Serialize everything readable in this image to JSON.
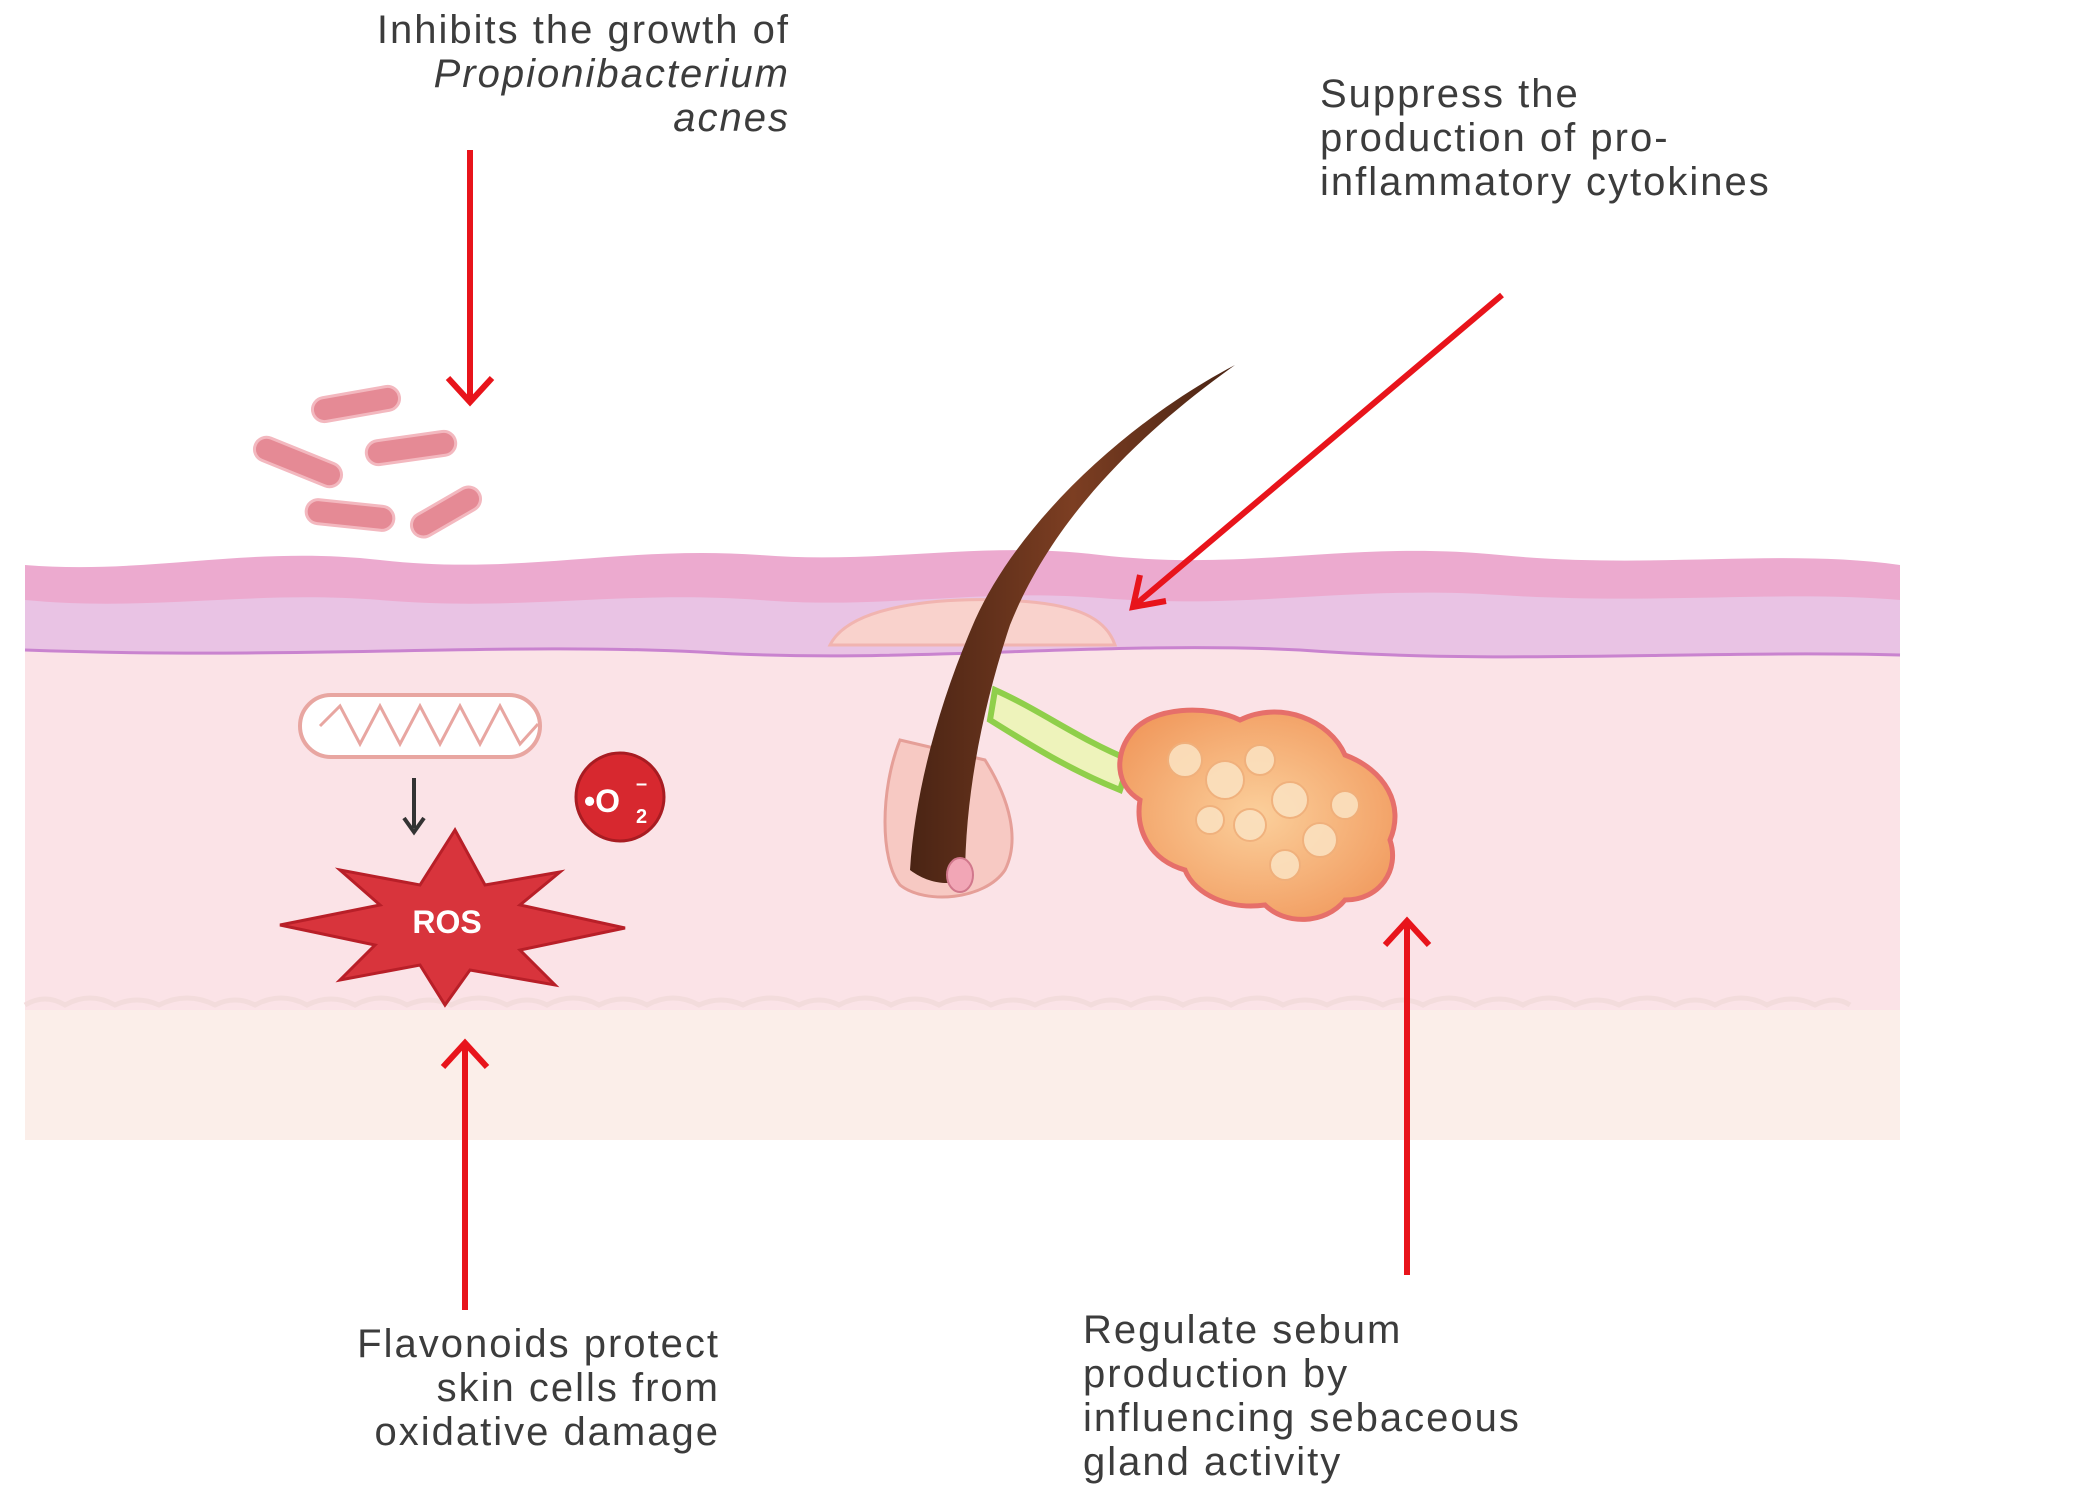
{
  "labels": {
    "inhibits": {
      "line1": "Inhibits the growth of",
      "line2": "Propionibacterium",
      "line3": "acnes"
    },
    "suppress": {
      "line1": "Suppress the",
      "line2": "production of pro-",
      "line3": "inflammatory cytokines"
    },
    "flavonoids": {
      "line1": "Flavonoids protect",
      "line2": "skin cells from",
      "line3": "oxidative damage"
    },
    "regulate": {
      "line1": "Regulate sebum",
      "line2": "production by",
      "line3": "influencing sebaceous",
      "line4": "gland activity"
    }
  },
  "markers": {
    "ros": "ROS",
    "superoxide_base": "•O",
    "superoxide_sub": "2",
    "superoxide_sup": "–"
  },
  "colors": {
    "arrow": "#e8141b",
    "epidermis_top": "#ecaacf",
    "epidermis_layer": "#e9c3e4",
    "dermis": "#fbe3e7",
    "hypodermis": "#fbeee9",
    "bacteria": "#e58a95",
    "ros_burst": "#d8343c",
    "superoxide": "#d7282f",
    "hair": "#6a3420",
    "sebaceous_gland": "#f4a36b"
  },
  "icons": [
    "bacteria-icon",
    "mitochondrion-icon",
    "ros-burst-icon",
    "superoxide-icon",
    "hair-follicle-icon",
    "sebaceous-gland-icon"
  ]
}
